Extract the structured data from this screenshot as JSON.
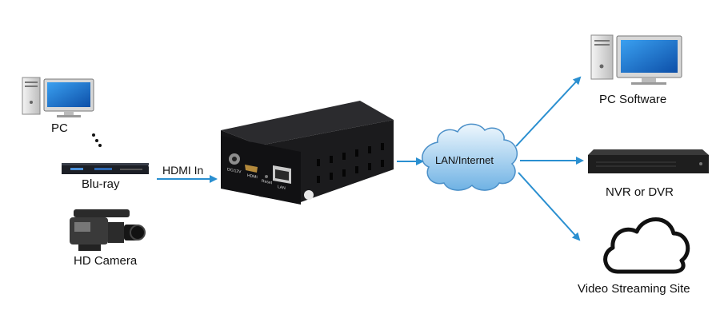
{
  "sources": {
    "pc_label": "PC",
    "bluray_label": "Blu-ray",
    "camera_label": "HD Camera"
  },
  "link": {
    "hdmi_in_label": "HDMI  In"
  },
  "device": {
    "port_dc_label": "DC/12V",
    "port_hdmi_label": "HDMI",
    "port_reset_label": "Reset",
    "port_lan_label": "LAN"
  },
  "network": {
    "cloud_label": "LAN/Internet"
  },
  "destinations": {
    "pc_software_label": "PC Software",
    "nvr_label": "NVR or DVR",
    "streaming_label": "Video Streaming Site"
  },
  "colors": {
    "arrow": "#2a8fd0",
    "cloud_fill_top": "#e9f4fc",
    "cloud_fill_bottom": "#78b8e6",
    "cloud_stroke": "#4a8fc8",
    "device_body": "#1b1b1d"
  },
  "icons": [
    "pc-icon",
    "bluray-player-icon",
    "camcorder-icon",
    "encoder-device",
    "cloud-icon",
    "nvr-icon",
    "cloud-outline-icon"
  ]
}
